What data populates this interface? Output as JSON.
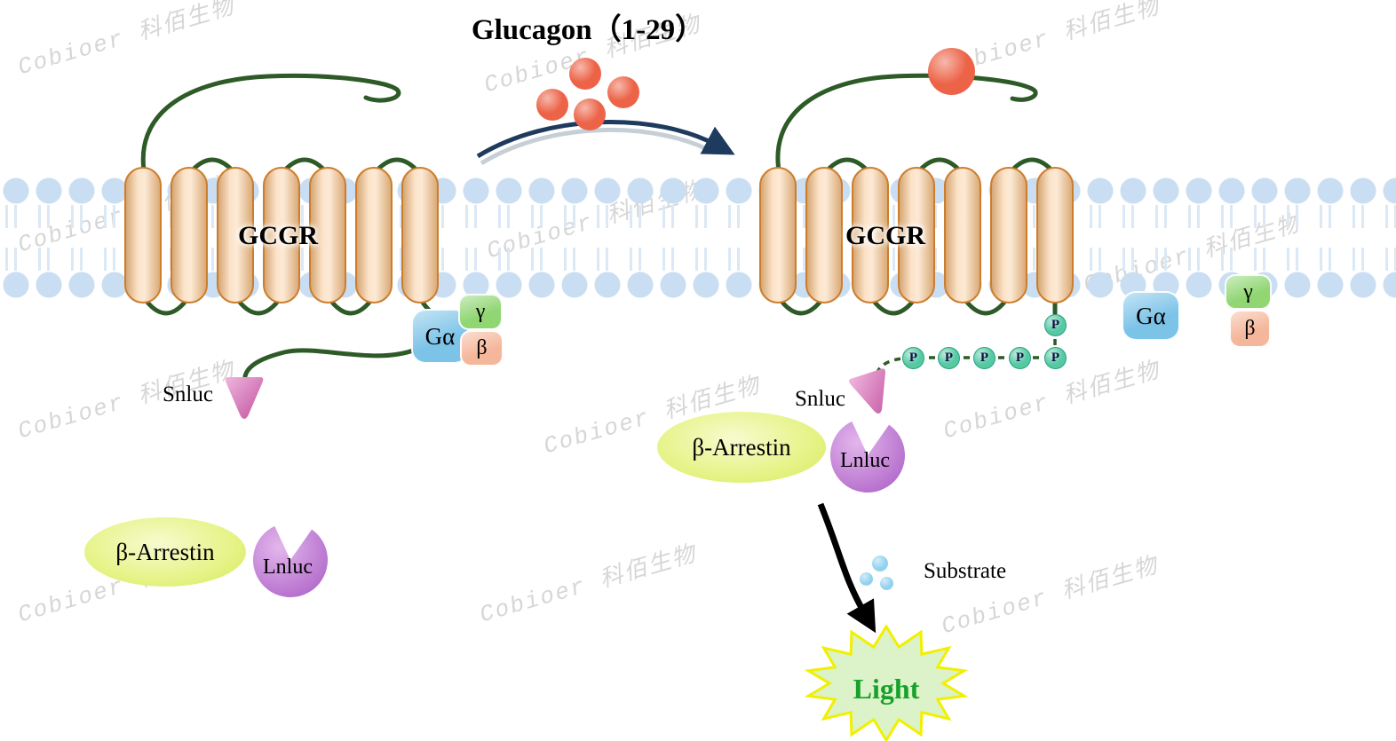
{
  "title": "Glucagon（1-29）",
  "watermark": "Cobioer 科佰生物",
  "labels": {
    "gcgr": "GCGR",
    "g_alpha": "Gα",
    "g_beta": "β",
    "g_gamma": "γ",
    "snluc": "Snluc",
    "lnluc": "Lnluc",
    "arrestin": "β-Arrestin",
    "phospho": "P",
    "substrate": "Substrate",
    "light": "Light"
  },
  "colors": {
    "helix-fill": "#f8c288",
    "helix-edge": "#cd7d2c",
    "loop": "#2d5a27",
    "membrane-head": "#c9def2",
    "membrane-tail": "#dbe8f5",
    "ligand": "#ec6347",
    "g-alpha": "#7cc3e8",
    "g-beta": "#f5b79b",
    "g-gamma": "#90d673",
    "snluc": "#cf64b4",
    "lnluc": "#b86fd0",
    "arrestin": "#e6f387",
    "phospho": "#54c9a2",
    "substrate": "#93d2ef",
    "light-fill": "#dcf2c8",
    "light-edge": "#f0f000",
    "light-text": "#17a12b",
    "arrow": "#1e3a5f"
  }
}
